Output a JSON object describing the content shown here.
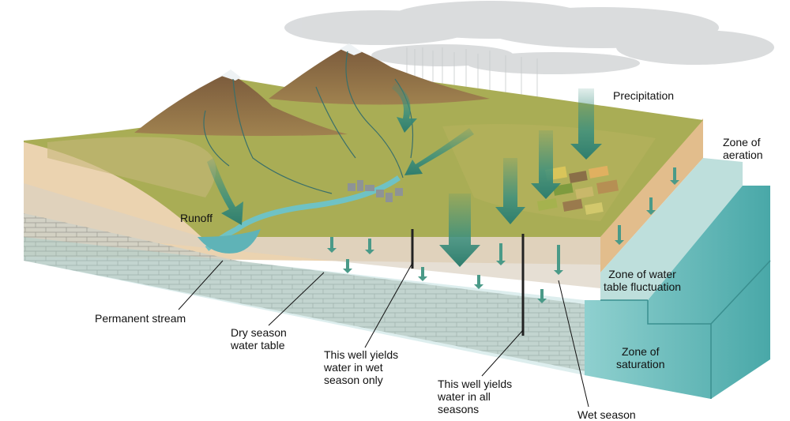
{
  "labels": {
    "precipitation": "Precipitation",
    "zone_aeration": [
      "Zone of",
      "aeration"
    ],
    "runoff": "Runoff",
    "zone_fluctuation": [
      "Zone of water",
      "table fluctuation"
    ],
    "zone_saturation": [
      "Zone of",
      "saturation"
    ],
    "permanent_stream": "Permanent stream",
    "dry_season": [
      "Dry season",
      "water table"
    ],
    "well_wet": [
      "This well yields",
      "water in wet",
      "season only"
    ],
    "well_all": [
      "This well yields",
      "water in all",
      "seasons"
    ],
    "wet_season": "Wet season"
  },
  "colors": {
    "sky_cloud": "#d9dbdc",
    "terrain_green": "#9aa845",
    "soil_tan": "#e8c9a1",
    "rock_gray": "#c9cbc0",
    "water_teal": "#5fb3b7",
    "saturation_teal": "#6bbfc0",
    "arrow_teal": "#3a8f7e"
  }
}
